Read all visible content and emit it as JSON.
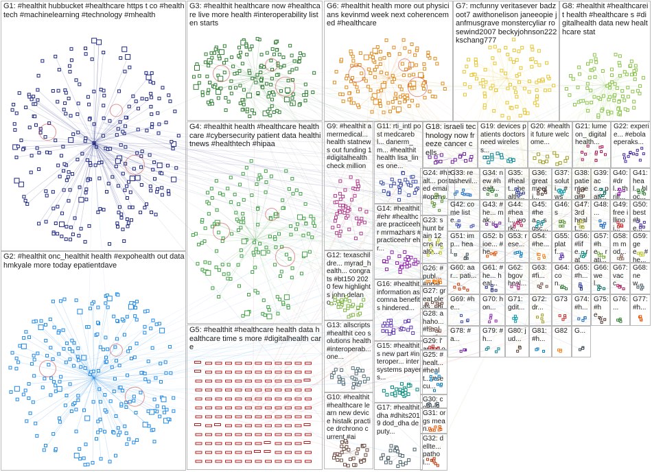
{
  "graph": {
    "groups": [
      {
        "id": "G1",
        "text": "G1: #healthit hubbucket #healthcare https t co #healthtech #machinelearning #technology #mhealth",
        "color": "#1a237e",
        "nodes": 260
      },
      {
        "id": "G2",
        "text": "G2: #healthit onc_healthit health #expohealth out data hmkyale more today epatientdave",
        "color": "#1e88e5",
        "nodes": 240
      },
      {
        "id": "G3",
        "text": "G3: #healthit healthcare now #healthcare live more health #interoperability listen starts",
        "color": "#2e7d32",
        "nodes": 170
      },
      {
        "id": "G4",
        "text": "G4: #healthit health #healthcare healthcare #cybersecurity patient data healthitnews #healthtech #hipaa",
        "color": "#43a047",
        "nodes": 160
      },
      {
        "id": "G5",
        "text": "G5: #healthit #healthcare health data healthcare time s more #digitalhealth care",
        "color": "#b71c1c",
        "nodes": 150
      },
      {
        "id": "G6",
        "text": "G6: #healthit health more out physicians kevinmd week next coherencemed #healthcare",
        "color": "#e08a1e",
        "nodes": 140
      },
      {
        "id": "G7",
        "text": "G7: mcfunny veritasever badzoot7 awithonelison janeeopie janfmusgrave monstercyliar rosewind2007 beckyjohnson222 kschang777",
        "color": "#e6c52e",
        "nodes": 90
      },
      {
        "id": "G8",
        "text": "G8: #healthit #healthcareit health #healthcare s #digitalhealth data new healthcare stat",
        "color": "#8bc34a",
        "nodes": 90
      },
      {
        "id": "G9",
        "text": "G9: #healthit amermedical... health statnews out funding 1 #digitalhealth check million",
        "color": "#b03a8a",
        "nodes": 50
      },
      {
        "id": "G10",
        "text": "G10: #healthit #healthcare learn new device histalk practice drchrono current #ai",
        "color": "#6d4c41",
        "nodes": 35
      },
      {
        "id": "G11",
        "text": "G11: rti_intl post medcarebl... danerm_m... #healthit health lisa_lines one...",
        "color": "#3949ab",
        "nodes": 30
      },
      {
        "id": "G12",
        "text": "G12: texaschildre... myrad_health... congrats #bt150 2020 few highlights john delano...",
        "color": "#7cb342",
        "nodes": 30
      },
      {
        "id": "G13",
        "text": "G13: allscripts #healthit ceo solutions health #interoperab... one...",
        "color": "#546e7a",
        "nodes": 28
      },
      {
        "id": "G14",
        "text": "G14: #healthit #ehr #healthcare practiceehr mrmazhars #practiceehr ehr...",
        "color": "#8e24aa",
        "nodes": 26
      },
      {
        "id": "G15",
        "text": "G15: #healthit s new part #interoper... intersystems payers...",
        "color": "#00897b",
        "nodes": 24
      },
      {
        "id": "G16",
        "text": "G16: #healthit information ascomna benefits hindered...",
        "color": "#5e35b1",
        "nodes": 22
      },
      {
        "id": "G17",
        "text": "G17: #healthit dha #dhits2019 dod_dha deputy...",
        "color": "#455a64",
        "nodes": 20
      },
      {
        "id": "G18",
        "text": "G18: israeli technology now freeze cancer cells...",
        "color": "#6a1b9a",
        "nodes": 14
      },
      {
        "id": "G19",
        "text": "G19: devices patients doctors need wireless...",
        "color": "#00838f",
        "nodes": 14
      },
      {
        "id": "G20",
        "text": "G20: #healthit future welcome...",
        "color": "#9e9d24",
        "nodes": 12
      },
      {
        "id": "G21",
        "text": "G21: lumeon_ digital health...",
        "color": "#ad1457",
        "nodes": 12
      },
      {
        "id": "G22",
        "text": "G22: experie... #ebola eperaks...",
        "color": "#4527a0",
        "nodes": 12
      },
      {
        "id": "G23",
        "text": "G23: shunt brain 12 cns health...",
        "color": "#c0ca33",
        "nodes": 10
      },
      {
        "id": "G24",
        "text": "G24: #healt... posted email #open...",
        "color": "#558b2f",
        "nodes": 10
      },
      {
        "id": "G25",
        "text": "G25: #healt... #healt... #secu...",
        "color": "#0277bd",
        "nodes": 9
      },
      {
        "id": "G26",
        "text": "G26: #publ... #healt... health...",
        "color": "#f57f17",
        "nodes": 9
      },
      {
        "id": "G27",
        "text": "G27: great pleas... discus...",
        "color": "#6d4c41",
        "nodes": 9
      },
      {
        "id": "G28",
        "text": "G28: ahaho... #healt... #healt...",
        "color": "#8d6e63",
        "nodes": 8
      },
      {
        "id": "G29",
        "text": "G29: l' ansm ouvre...",
        "color": "#c62828",
        "nodes": 8
      },
      {
        "id": "G30",
        "text": "G30: comm... networ...",
        "color": "#37474f",
        "nodes": 8
      },
      {
        "id": "G31",
        "text": "G31: orgs mean...",
        "color": "#e65100",
        "nodes": 8
      },
      {
        "id": "G32",
        "text": "G32: dellte... pathol...",
        "color": "#bf360c",
        "nodes": 8
      },
      {
        "id": "G33",
        "text": "G33: re ashevil...",
        "color": "#1565c0",
        "nodes": 8
      },
      {
        "id": "G34",
        "text": "G34: new #healt...",
        "color": "#2e7d32",
        "nodes": 7
      },
      {
        "id": "G35",
        "text": "G35: #healt... health...",
        "color": "#283593",
        "nodes": 7
      },
      {
        "id": "G36",
        "text": "G36: great meeti...",
        "color": "#4e342e",
        "nodes": 7
      },
      {
        "id": "G37",
        "text": "G37: soluti... #wso...",
        "color": "#0097a7",
        "nodes": 7
      },
      {
        "id": "G38",
        "text": "G38: patient regist...",
        "color": "#5d4037",
        "nodes": 7
      },
      {
        "id": "G39",
        "text": "G39: acc... pati...",
        "color": "#00695c",
        "nodes": 6
      },
      {
        "id": "G40",
        "text": "G40: #drl... thrill...",
        "color": "#8e24aa",
        "nodes": 6
      },
      {
        "id": "G41",
        "text": "G41: heal... bloc...",
        "color": "#2e7d32",
        "nodes": 6
      },
      {
        "id": "G42",
        "text": "G42: come liste...",
        "color": "#3949ab",
        "nodes": 6
      },
      {
        "id": "G43",
        "text": "G43: #he... mak...",
        "color": "#6a1b9a",
        "nodes": 6
      },
      {
        "id": "G44",
        "text": "G44: #heal... work...",
        "color": "#ad1457",
        "nodes": 6
      },
      {
        "id": "G45",
        "text": "G45: #hea... sgsc...",
        "color": "#00838f",
        "nodes": 6
      },
      {
        "id": "G46",
        "text": "G46: s",
        "color": "#558b2f",
        "nodes": 6
      },
      {
        "id": "G47",
        "text": "G47: 3rd healt...",
        "color": "#9e9d24",
        "nodes": 6
      },
      {
        "id": "G48",
        "text": "G48: ...",
        "color": "#1565c0",
        "nodes": 6
      },
      {
        "id": "G49",
        "text": "G49: free illinoi...",
        "color": "#c62828",
        "nodes": 6
      },
      {
        "id": "G50",
        "text": "G50: best #he...",
        "color": "#4527a0",
        "nodes": 5
      },
      {
        "id": "G51",
        "text": "G51: imp... heal...",
        "color": "#37474f",
        "nodes": 5
      },
      {
        "id": "G52",
        "text": "G52: bioe... #he...",
        "color": "#e65100",
        "nodes": 5
      },
      {
        "id": "G53",
        "text": "G53: rese...",
        "color": "#0277bd",
        "nodes": 5
      },
      {
        "id": "G54",
        "text": "G54: #he...",
        "color": "#f57f17",
        "nodes": 5
      },
      {
        "id": "G55",
        "text": "G55: platf...",
        "color": "#5e35b1",
        "nodes": 5
      },
      {
        "id": "G56",
        "text": "G56: #life... rate...",
        "color": "#00897b",
        "nodes": 5
      },
      {
        "id": "G57",
        "text": "G57: #he... rati...",
        "color": "#7cb342",
        "nodes": 5
      },
      {
        "id": "G58",
        "text": "G58: m mod...",
        "color": "#8d6e63",
        "nodes": 5
      },
      {
        "id": "G59",
        "text": "G59: gee... #he...",
        "color": "#c0ca33",
        "nodes": 5
      },
      {
        "id": "G60",
        "text": "G60: aar... pati...",
        "color": "#bf360c",
        "nodes": 5
      },
      {
        "id": "G61",
        "text": "G61: #he... heal...",
        "color": "#1a237e",
        "nodes": 5
      },
      {
        "id": "G62",
        "text": "G62: bgov heal...",
        "color": "#b03a8a",
        "nodes": 5
      },
      {
        "id": "G63",
        "text": "G63: #fi...",
        "color": "#6d4c41",
        "nodes": 4
      },
      {
        "id": "G64",
        "text": "G64: con...",
        "color": "#2e7d32",
        "nodes": 4
      },
      {
        "id": "G65",
        "text": "G65: #h...",
        "color": "#283593",
        "nodes": 4
      },
      {
        "id": "G66",
        "text": "G66: wel...",
        "color": "#00695c",
        "nodes": 4
      },
      {
        "id": "G67",
        "text": "G67: vacc...",
        "color": "#ad1457",
        "nodes": 4
      },
      {
        "id": "G68",
        "text": "G68: new...",
        "color": "#455a64",
        "nodes": 4
      },
      {
        "id": "G69",
        "text": "G69: #he...",
        "color": "#3949ab",
        "nodes": 4
      },
      {
        "id": "G70",
        "text": "G70: hon...",
        "color": "#8e24aa",
        "nodes": 4
      },
      {
        "id": "G71",
        "text": "G71: gdit...",
        "color": "#0097a7",
        "nodes": 4
      },
      {
        "id": "G72",
        "text": "G72: dr...",
        "color": "#9e9d24",
        "nodes": 4
      },
      {
        "id": "G73",
        "text": "G73",
        "color": "#c62828",
        "nodes": 4
      },
      {
        "id": "G74",
        "text": "G74: #h...",
        "color": "#1565c0",
        "nodes": 4
      },
      {
        "id": "G75",
        "text": "G75: #he...",
        "color": "#4e342e",
        "nodes": 4
      },
      {
        "id": "G76",
        "text": "G76: ...",
        "color": "#2e7d32",
        "nodes": 4
      },
      {
        "id": "G77",
        "text": "G77: #h...",
        "color": "#e65100",
        "nodes": 4
      },
      {
        "id": "G78",
        "text": "G78: #a...",
        "color": "#6a1b9a",
        "nodes": 4
      },
      {
        "id": "G79",
        "text": "G79: #h...",
        "color": "#00838f",
        "nodes": 4
      },
      {
        "id": "G80",
        "text": "G80: jud...",
        "color": "#5d4037",
        "nodes": 4
      },
      {
        "id": "G81",
        "text": "G81: #h...",
        "color": "#0277bd",
        "nodes": 3
      },
      {
        "id": "G82",
        "text": "G82",
        "color": "#f57f17",
        "nodes": 3
      },
      {
        "id": "G83",
        "text": "G...",
        "color": "#37474f",
        "nodes": 3
      }
    ]
  }
}
